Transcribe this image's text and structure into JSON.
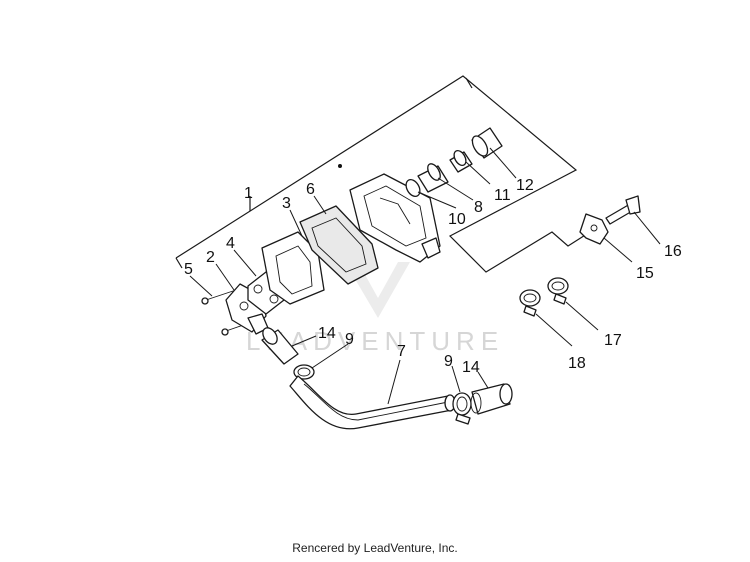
{
  "header": {
    "faded_title": ""
  },
  "watermark": {
    "text": "LEADVENTURE"
  },
  "footer": {
    "credit": "Rencered by LeadVenture, Inc."
  },
  "callouts": [
    {
      "id": "c1",
      "label": "1"
    },
    {
      "id": "c2",
      "label": "2"
    },
    {
      "id": "c3",
      "label": "3"
    },
    {
      "id": "c4",
      "label": "4"
    },
    {
      "id": "c5",
      "label": "5"
    },
    {
      "id": "c6",
      "label": "6"
    },
    {
      "id": "c7",
      "label": "7"
    },
    {
      "id": "c8",
      "label": "8"
    },
    {
      "id": "c9a",
      "label": "9"
    },
    {
      "id": "c9b",
      "label": "9"
    },
    {
      "id": "c10",
      "label": "10"
    },
    {
      "id": "c11",
      "label": "11"
    },
    {
      "id": "c12",
      "label": "12"
    },
    {
      "id": "c14a",
      "label": "14"
    },
    {
      "id": "c14b",
      "label": "14"
    },
    {
      "id": "c15",
      "label": "15"
    },
    {
      "id": "c16",
      "label": "16"
    },
    {
      "id": "c17",
      "label": "17"
    },
    {
      "id": "c18",
      "label": "18"
    }
  ]
}
